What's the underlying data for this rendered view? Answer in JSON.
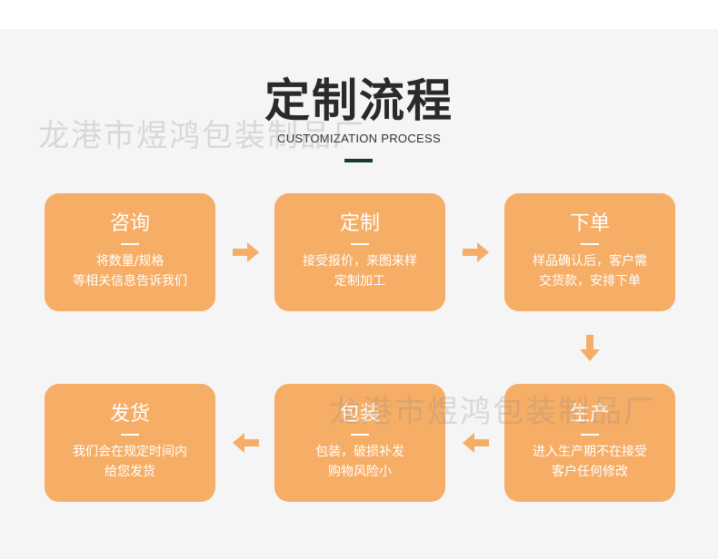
{
  "header": {
    "title": "定制流程",
    "subtitle": "CUSTOMIZATION PROCESS"
  },
  "watermark": "龙港市煜鸿包装制品厂",
  "colors": {
    "card": "#f6ad66",
    "arrow": "#f6ad66",
    "title_bar": "#173b33",
    "background": "#f5f5f5"
  },
  "steps": [
    {
      "title": "咨询",
      "line1": "将数量/规格",
      "line2": "等相关信息告诉我们"
    },
    {
      "title": "定制",
      "line1": "接受报价，来图来样",
      "line2": "定制加工"
    },
    {
      "title": "下单",
      "line1": "样品确认后，客户需",
      "line2": "交货款，安排下单"
    },
    {
      "title": "发货",
      "line1": "我们会在规定时间内",
      "line2": "给您发货"
    },
    {
      "title": "包装",
      "line1": "包装，破损补发",
      "line2": "购物风险小"
    },
    {
      "title": "生产",
      "line1": "进入生产期不在接受",
      "line2": "客户任何修改"
    }
  ]
}
